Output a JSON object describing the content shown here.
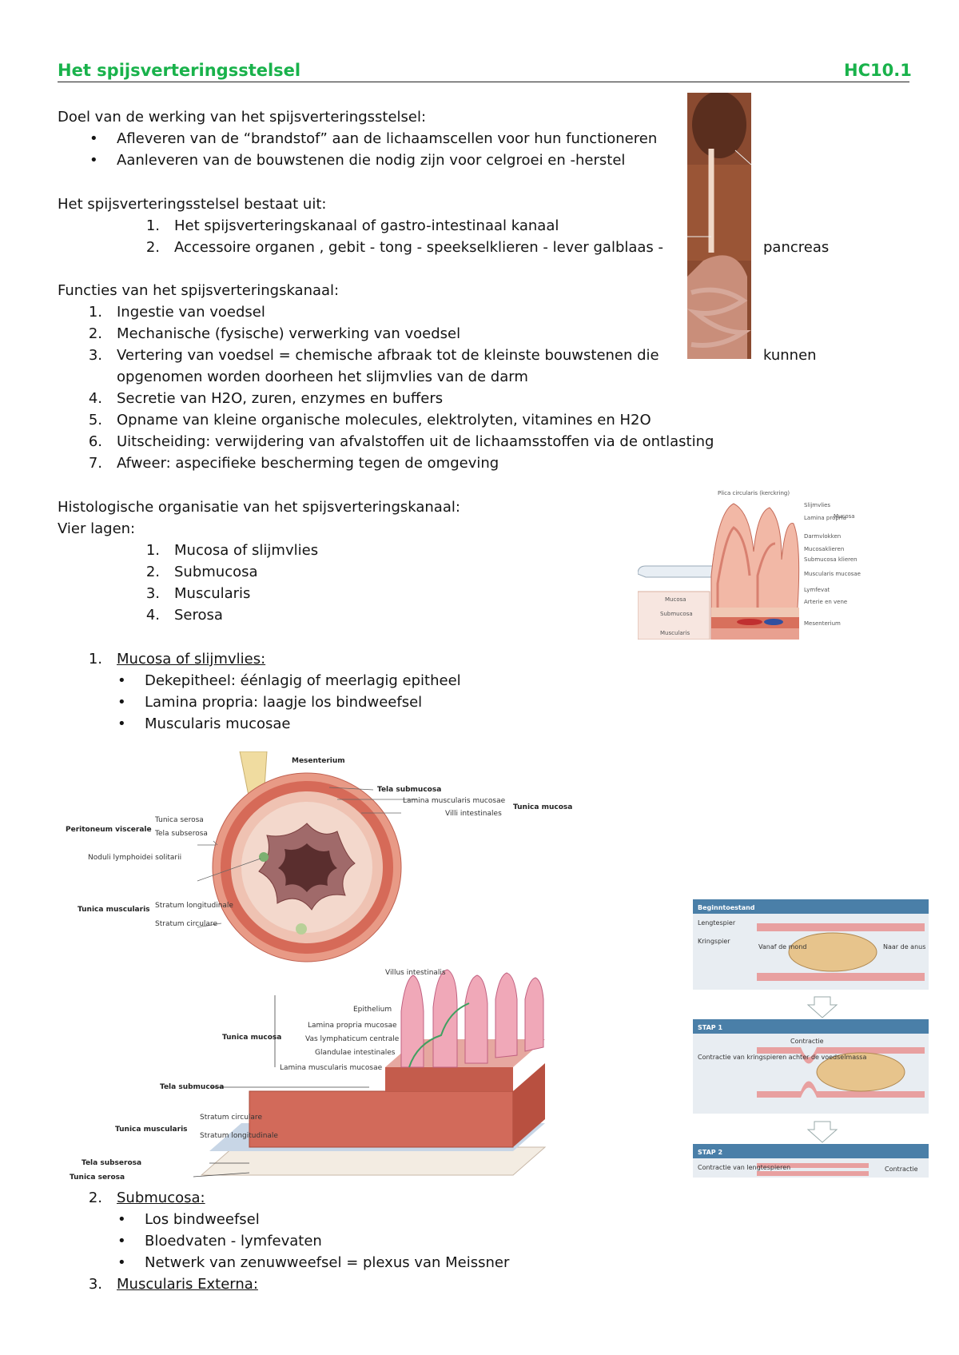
{
  "header": {
    "title": "Het spijsverteringsstelsel",
    "code": "HC10.1"
  },
  "doel": {
    "heading": "Doel van de werking van het spijsverteringsstelsel:",
    "bullets": [
      "Afleveren van de “brandstof” aan de lichaamscellen voor hun functioneren",
      "Aanleveren van de bouwstenen die nodig zijn voor celgroei en -herstel"
    ]
  },
  "bestaat": {
    "heading": "Het spijsverteringsstelsel bestaat uit:",
    "items": [
      "Het spijsverteringskanaal of gastro-intestinaal kanaal",
      "Accessoire organen , gebit - tong - speekselklieren - lever galblaas -"
    ],
    "item2_tail": "pancreas"
  },
  "functies": {
    "heading": "Functies van het spijsverteringskanaal:",
    "items": [
      "Ingestie van voedsel",
      "Mechanische (fysische) verwerking van voedsel",
      "Vertering van voedsel = chemische afbraak tot de kleinste bouwstenen die",
      "Secretie van H2O, zuren, enzymes en buffers",
      "Opname van kleine organische molecules, elektrolyten, vitamines en H2O",
      "Uitscheiding: verwijdering van afvalstoffen uit de lichaamsstoffen via de ontlasting",
      "Afweer: aspecifieke bescherming tegen de omgeving"
    ],
    "item3_tail": "kunnen",
    "item3_line2": "opgenomen worden doorheen het slijmvlies van de darm"
  },
  "histo": {
    "heading": "Histologische organisatie van het spijsverteringskanaal:",
    "sub": "Vier lagen:",
    "layers": [
      "Mucosa of slijmvlies",
      "Submucosa",
      "Muscularis",
      "Serosa"
    ]
  },
  "mucosa": {
    "title": "Mucosa of slijmvlies:",
    "bullets": [
      "Dekepitheel: éénlagig of meerlagig epitheel",
      "Lamina propria: laagje los bindweefsel",
      "Muscularis mucosae"
    ]
  },
  "submucosa": {
    "title": "Submucosa:",
    "bullets": [
      "Los bindweefsel",
      "Bloedvaten - lymfevaten",
      "Netwerk van zenuwweefsel = plexus van Meissner"
    ]
  },
  "muscularis": {
    "title": "Muscularis Externa:"
  },
  "fig_cross": {
    "labels": {
      "mesenterium": "Mesenterium",
      "tela_submucosa": "Tela submucosa",
      "lamina_musc": "Lamina muscularis mucosae",
      "villi": "Villi intestinales",
      "tunica_mucosa": "Tunica mucosa",
      "peritoneum": "Peritoneum viscerale",
      "tunica_serosa": "Tunica serosa",
      "tela_subserosa": "Tela subserosa",
      "noduli": "Noduli lymphoidei solitarii",
      "tunica_muscularis": "Tunica muscularis",
      "stratum_long": "Stratum longitudinale",
      "stratum_circ": "Stratum circulare"
    }
  },
  "fig_block": {
    "labels": {
      "villus": "Villus intestinalis",
      "epithelium": "Epithelium",
      "lamina_propria": "Lamina propria mucosae",
      "vas": "Vas lymphaticum centrale",
      "glandulae": "Glandulae intestinales",
      "lamina_musc": "Lamina muscularis mucosae",
      "tunica_mucosa": "Tunica mucosa",
      "tela_submucosa": "Tela submucosa",
      "stratum_circ": "Stratum circulare",
      "stratum_long": "Stratum longitudinale",
      "tunica_muscularis": "Tunica muscularis",
      "tela_subserosa": "Tela subserosa",
      "tunica_serosa": "Tunica serosa"
    }
  },
  "fig_wall": {
    "labels": {
      "top": "Plica circularis (kerckring)",
      "slijmvlies": "Slijmvlies",
      "lamina": "Lamina propria",
      "mucosa_r": "Mucosa",
      "darmvlokken": "Darmvlokken",
      "mucosaklieren": "Mucosaklieren",
      "submucosa_kl": "Submucosa klieren",
      "muscularis_m": "Muscularis mucosae",
      "lymfvat": "Lymfevat",
      "arterie": "Arterie en vene",
      "mesenterium": "Mesenterium",
      "mucosa_l": "Mucosa",
      "submucosa_l": "Submucosa",
      "muscularis_l": "Muscularis"
    }
  },
  "fig_peristalsis": {
    "begin": "Beginntoestand",
    "lengtespier": "Lengtespier",
    "kringspier": "Kringspier",
    "vanaf": "Vanaf de mond",
    "naar": "Naar de anus",
    "stap1": "STAP 1",
    "contractie": "Contractie",
    "stap1_text": "Contractie van kringspieren achter de voedselmassa",
    "stap2": "STAP 2",
    "stap2_text": "Contractie van lengtespieren",
    "colors": {
      "header": "#4a7fa8",
      "food": "#e7c48c",
      "wall": "#e8a0a0"
    }
  }
}
